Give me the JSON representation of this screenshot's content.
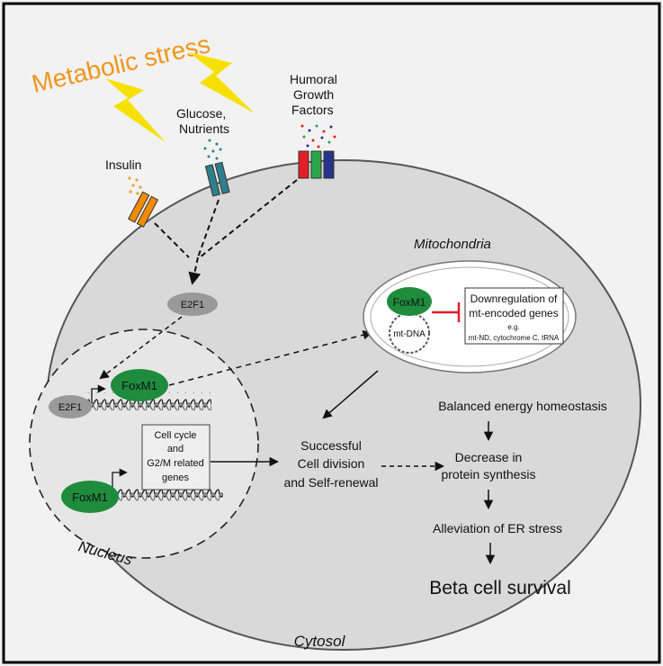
{
  "title": "Metabolic stress",
  "signals": {
    "insulin": "Insulin",
    "glucose_line1": "Glucose,",
    "glucose_line2": "Nutrients",
    "humoral_line1": "Humoral",
    "humoral_line2": "Growth",
    "humoral_line3": "Factors"
  },
  "nodes": {
    "e2f1_cytosol": "E2F1",
    "e2f1_nucleus": "E2F1",
    "foxm1_nucleus_top": "FoxM1",
    "foxm1_nucleus_bottom": "FoxM1",
    "foxm1_mito": "FoxM1",
    "mt_dna": "mt-DNA"
  },
  "mitochondria": {
    "label": "Mitochondria",
    "box_line1": "Downregulation of",
    "box_line2": "mt-encoded genes",
    "box_eg": "e.g.",
    "box_examples": "mt-ND, cytochrome C, tRNA"
  },
  "nucleus": {
    "label": "Nucleus",
    "genes_line1": "Cell cycle",
    "genes_line2": "and",
    "genes_line3": "G2/M related",
    "genes_line4": "genes"
  },
  "outcomes": {
    "division_line1": "Successful",
    "division_line2": "Cell division",
    "division_line3": "and Self-renewal",
    "balanced": "Balanced energy homeostasis",
    "decrease_line1": "Decrease in",
    "decrease_line2": "protein synthesis",
    "alleviation": "Alleviation of ER stress",
    "survival": "Beta cell survival"
  },
  "cytosol_label": "Cytosol",
  "colors": {
    "stress_text": "#f0961e",
    "lightning": "#f5e000",
    "cell": "#d9d9d9",
    "nucleus_fill": "#e6e6e6",
    "foxm1": "#1e8c3c",
    "e2f1": "#999999",
    "insulin_receptor": "#f08c00",
    "glucose_receptor": "#2e7f8c",
    "growth_red": "#e21e26",
    "growth_green": "#2ca548",
    "growth_blue": "#27348b",
    "inhibit": "#e21e26"
  }
}
